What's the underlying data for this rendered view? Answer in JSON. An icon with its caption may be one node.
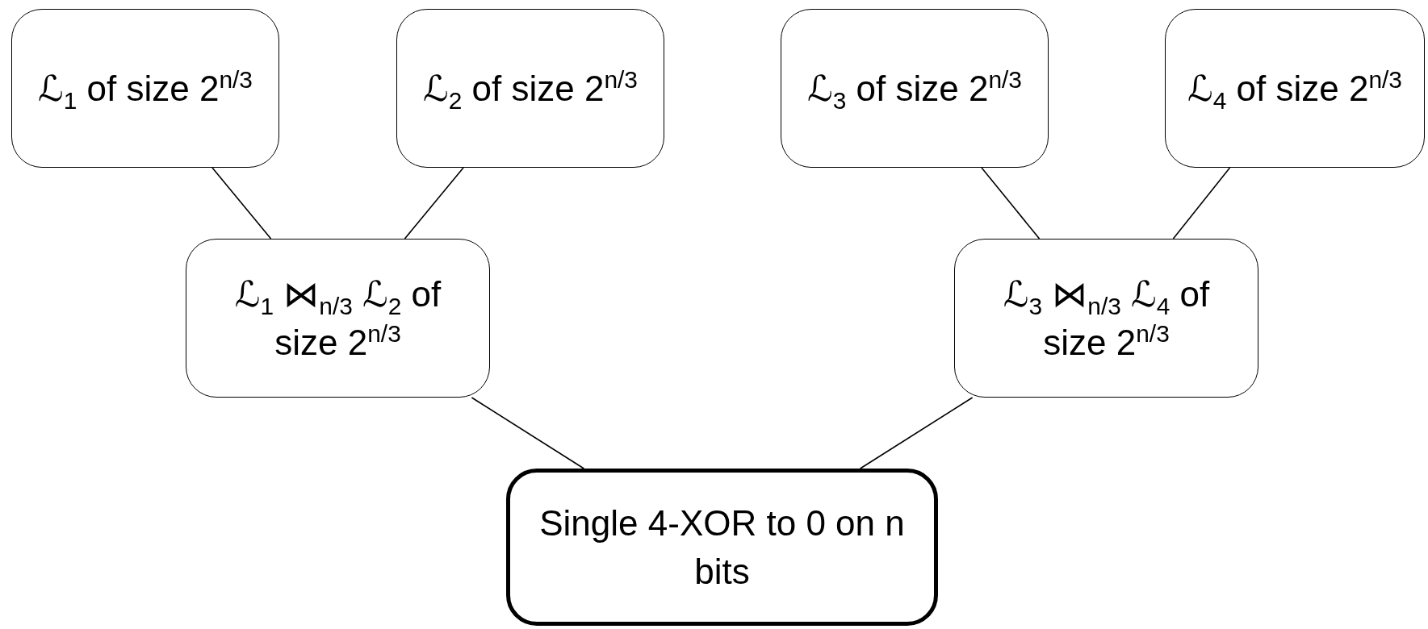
{
  "diagram": {
    "nodes": [
      {
        "text": [
          "ℒ$_{1}$ of size 2$^{n/3}$"
        ]
      },
      {
        "text": [
          "ℒ$_{2}$ of size 2$^{n/3}$"
        ]
      },
      {
        "text": [
          "ℒ$_{3}$ of size 2$^{n/3}$"
        ]
      },
      {
        "text": [
          "ℒ$_{4}$ of size 2$^{n/3}$"
        ]
      },
      {
        "text": [
          "ℒ$_{1}$ ⋈$_{n/3}$ ℒ$_{2}$ of size 2$^{n/3}$"
        ]
      },
      {
        "text": [
          "ℒ$_{3}$ ⋈$_{n/3}$ ℒ$_{4}$ of size 2$^{n/3}$"
        ]
      },
      {
        "text": [
          "Single 4-XOR to 0 on n bits"
        ]
      }
    ],
    "edges": [
      {
        "from": 0,
        "to": 4,
        "arrow": "none"
      },
      {
        "from": 1,
        "to": 4,
        "arrow": "none"
      },
      {
        "from": 2,
        "to": 5,
        "arrow": "none"
      },
      {
        "from": 3,
        "to": 5,
        "arrow": "none"
      },
      {
        "from": 4,
        "to": 6,
        "arrow": "none"
      },
      {
        "from": 5,
        "to": 6,
        "arrow": "none"
      }
    ]
  }
}
